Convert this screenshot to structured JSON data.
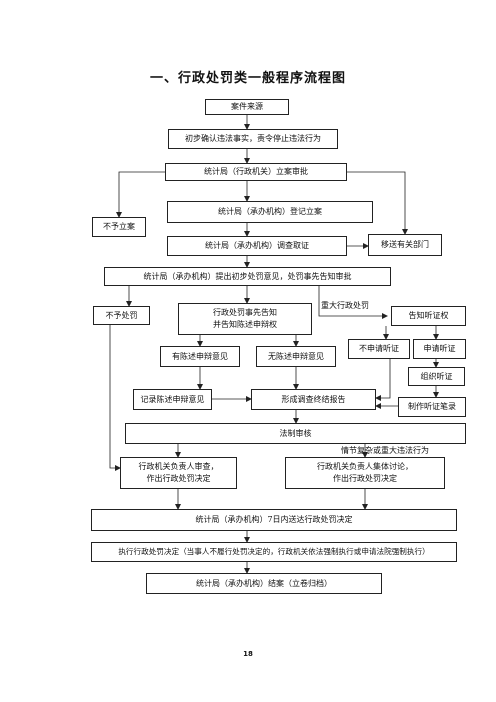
{
  "title": "一、行政处罚类一般程序流程图",
  "page_number": "18",
  "nodes": {
    "case_source": "案件来源",
    "initial_confirm": "初步确认违法事实，责令停止违法行为",
    "filing_approval": "统计局（行政机关）立案审批",
    "not_filed": "不予立案",
    "register_filing": "统计局（承办机构）登记立案",
    "investigate": "统计局（承办机构）调查取证",
    "transfer": "移送有关部门",
    "preliminary_opinion": "统计局（承办机构）提出初步处罚意见，处罚事先告知审批",
    "no_penalty": "不予处罚",
    "prior_notice": "行政处罚事先告知\n并告知陈述申辩权",
    "hearing_right": "告知听证权",
    "has_statement": "有陈述申辩意见",
    "no_statement": "无陈述申辩意见",
    "no_hearing_request": "不申请听证",
    "request_hearing": "申请听证",
    "organize_hearing": "组织听证",
    "record_statement": "记录陈述申辩意见",
    "final_report": "形成调查终结报告",
    "hearing_record": "制作听证笔录",
    "legal_review": "法制审核",
    "head_review": "行政机关负责人审查，\n作出行政处罚决定",
    "collective_discussion": "行政机关负责人集体讨论，\n作出行政处罚决定",
    "deliver_decision": "统计局（承办机构）7日内送达行政处罚决定",
    "execute_decision": "执行行政处罚决定（当事人不履行处罚决定的，行政机关依法强制执行或申请法院强制执行）",
    "close_case": "统计局（承办机构）结案（立卷归档）"
  },
  "edge_labels": {
    "major_violation": "重大行政处罚",
    "complex_case": "情节复杂或重大违法行为"
  }
}
